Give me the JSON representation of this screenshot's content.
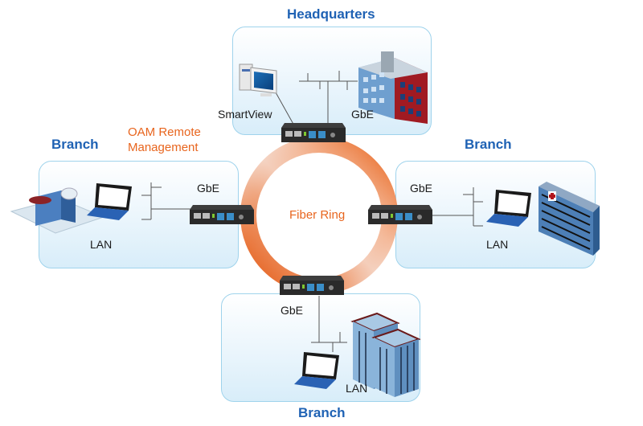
{
  "diagram": {
    "center_label": "Fiber Ring",
    "management_label_line1": "OAM Remote",
    "management_label_line2": "Management",
    "colors": {
      "ring": "#e8651e",
      "title": "#1f62b4",
      "panel_border": "#9fd3ec"
    },
    "sites": {
      "top": {
        "title": "Headquarters",
        "pc_label": "SmartView",
        "link_label": "GbE",
        "building": "office-building-icon"
      },
      "left": {
        "title": "Branch",
        "link_label": "GbE",
        "lan_label": "LAN",
        "building": "campus-building-icon"
      },
      "right": {
        "title": "Branch",
        "link_label": "GbE",
        "lan_label": "LAN",
        "building": "hospital-building-icon"
      },
      "bottom": {
        "title": "Branch",
        "link_label": "GbE",
        "lan_label": "LAN",
        "building": "twin-tower-icon"
      }
    }
  }
}
